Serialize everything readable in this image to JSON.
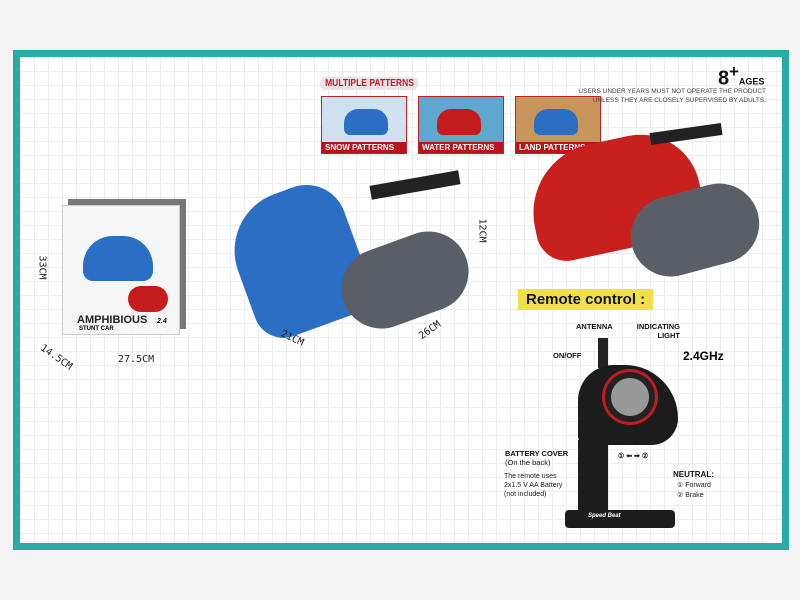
{
  "patterns": {
    "title": "MULTIPLE PATTERNS",
    "items": [
      {
        "label": "SNOW PATTERNS",
        "bg": "#cfe0ee"
      },
      {
        "label": "WATER PATTERNS",
        "bg": "#5ea8d0"
      },
      {
        "label": "LAND PATTERNS",
        "bg": "#c8965a"
      }
    ]
  },
  "age": {
    "value": "8",
    "plus": "+",
    "label": "AGES",
    "warning_line1": "USERS UNDER    YEARS MUST NOT OPERATE THE PRODUCT",
    "warning_line2": "UNLESS THEY ARE CLOSELY SUPERVISED BY ADULTS."
  },
  "box": {
    "title": "AMPHIBIOUS",
    "subtitle": "STUNT CAR",
    "badge": "2.4",
    "height": "33CM",
    "depth": "14.5CM",
    "width": "27.5CM"
  },
  "car": {
    "height": "12CM",
    "width": "21CM",
    "length": "26CM"
  },
  "remote": {
    "title": "Remote control :",
    "antenna": "ANTENNA",
    "indicating_light": "INDICATING LIGHT",
    "on_off": "ON/OFF",
    "frequency": "2.4GHz",
    "battery_cover": "BATTERY COVER",
    "battery_cover_note": "(On the back)",
    "battery_note": "The remote uses 2x1.5 V AA Battery (not included)",
    "neutral": "NEUTRAL:",
    "forward": "Forward",
    "brake": "Brake",
    "brand": "Speed Beat"
  },
  "colors": {
    "frame": "#2aaaa4",
    "red": "#c01c24",
    "blue": "#2a6fc4"
  }
}
